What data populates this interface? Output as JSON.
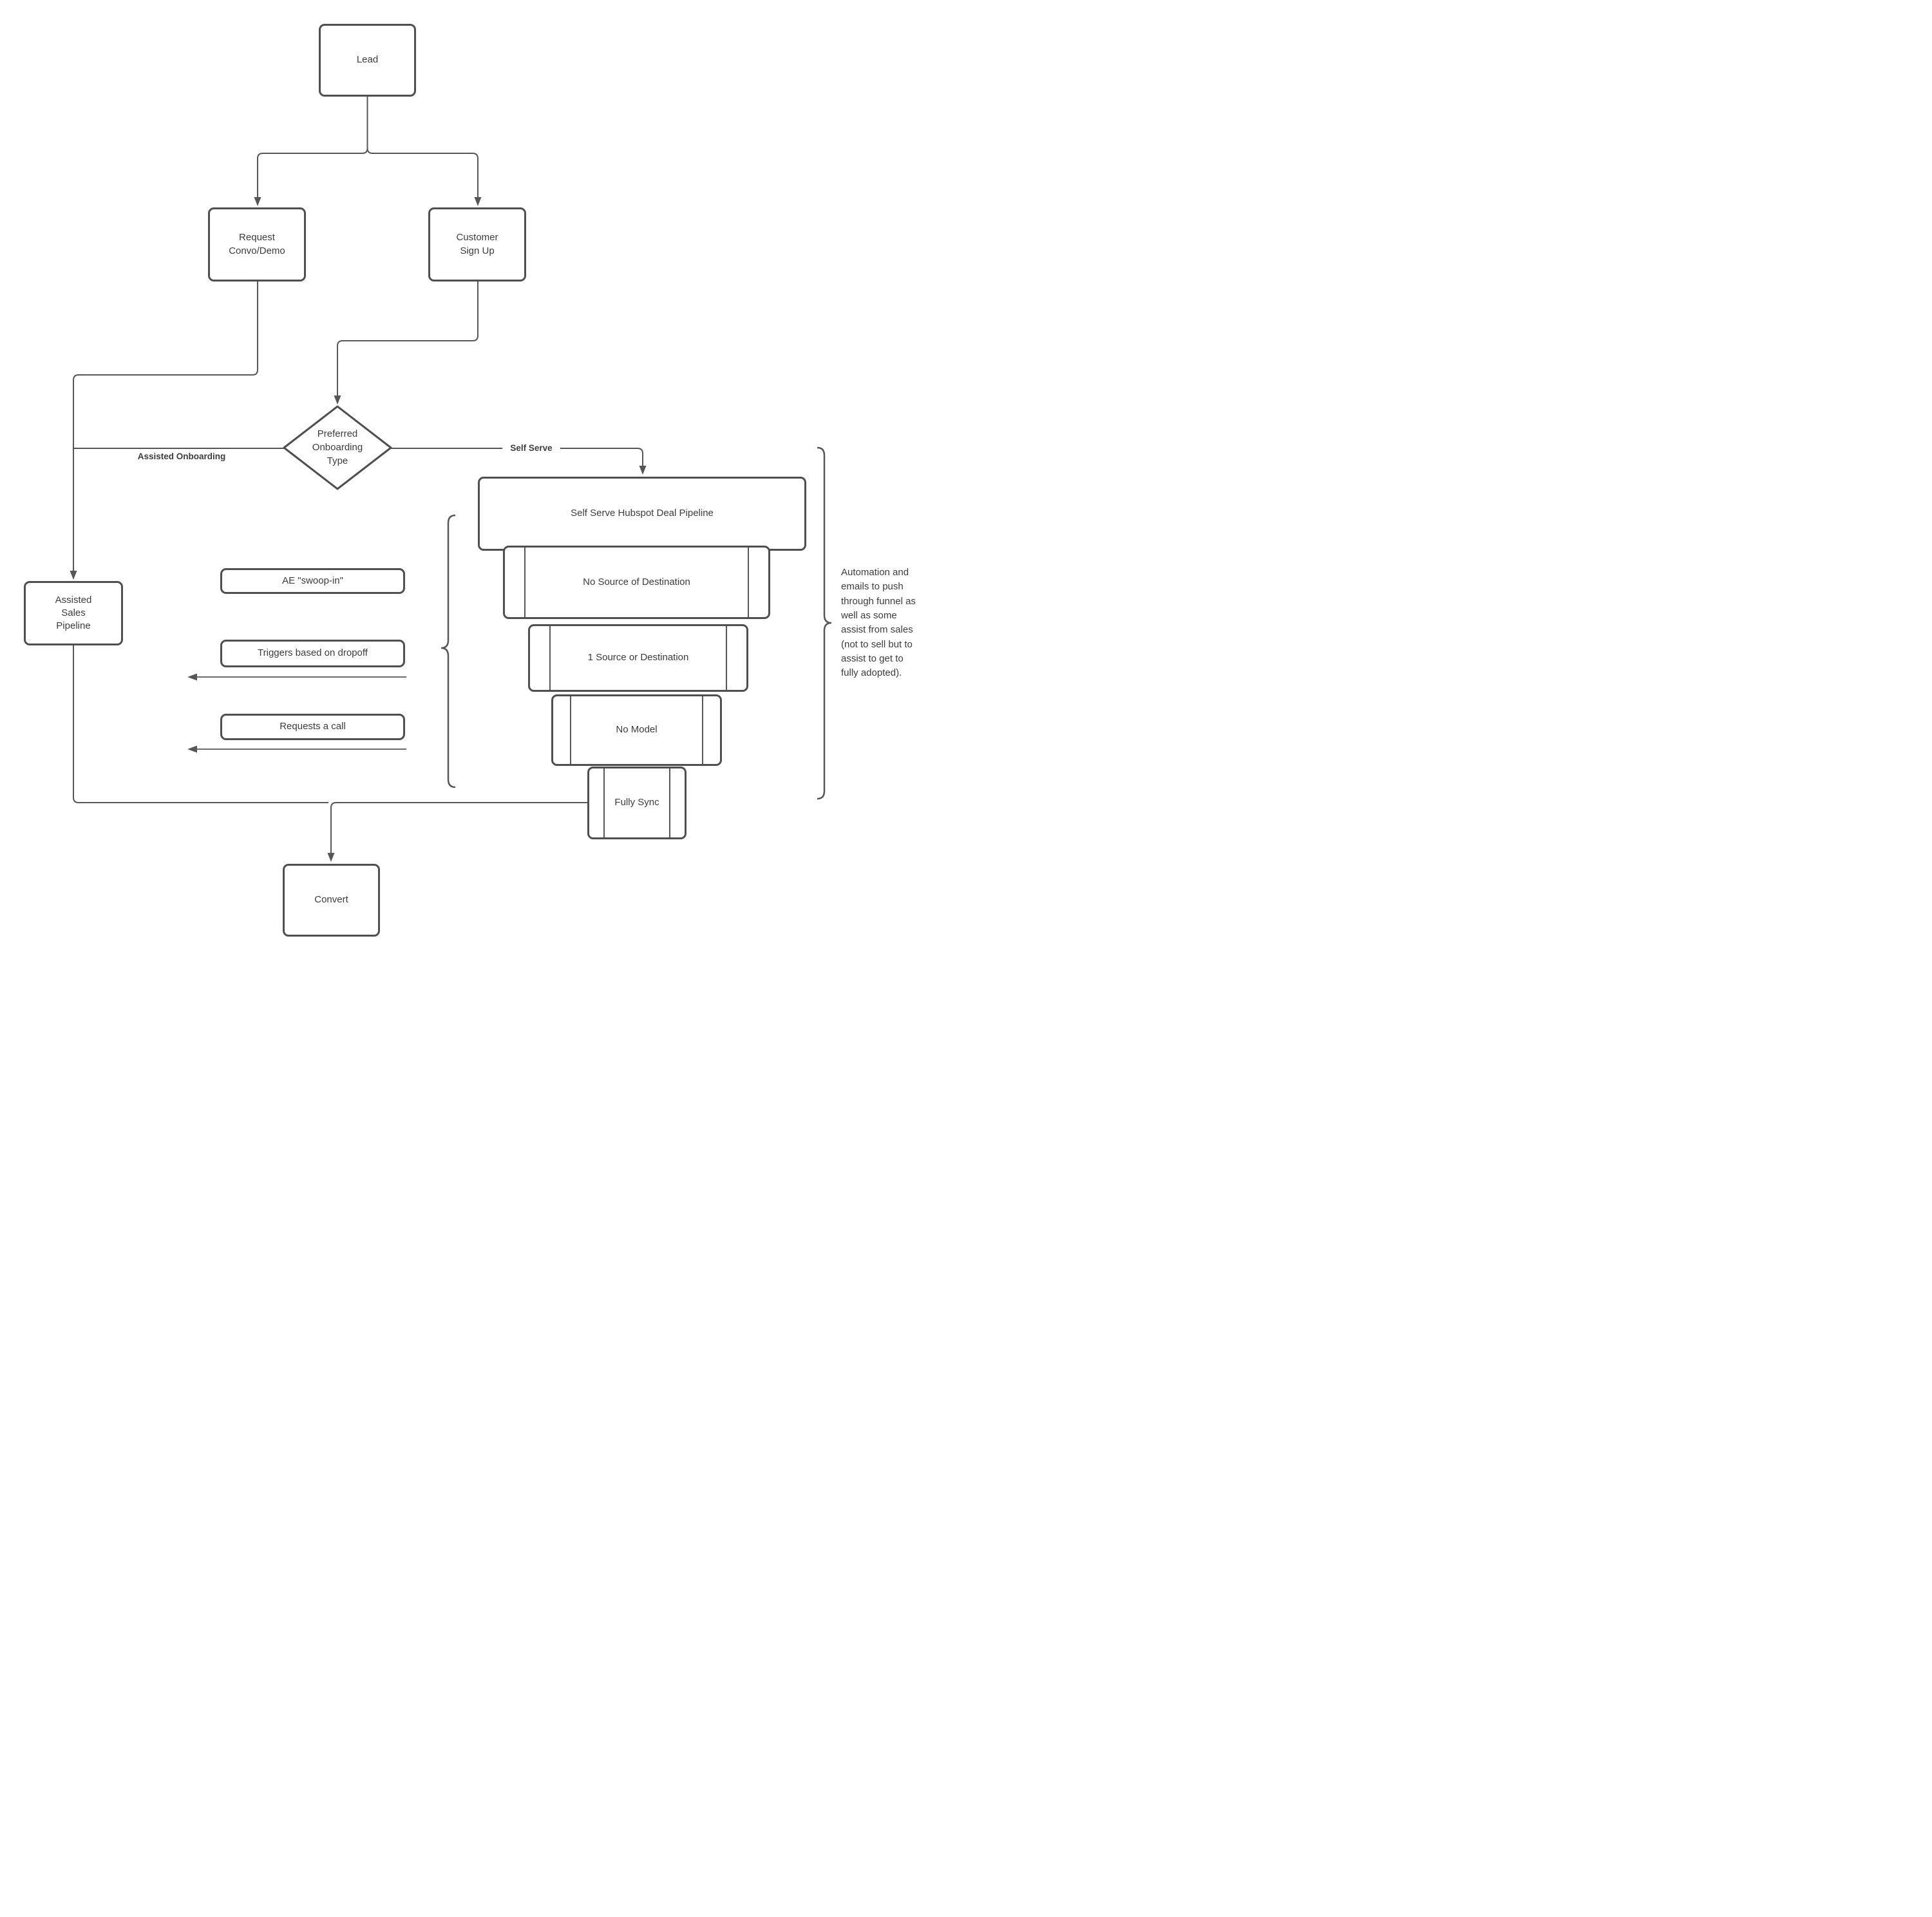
{
  "colors": {
    "stroke": "#565656",
    "border": "#4f4f4f",
    "text": "#3c3c3c",
    "background": "#ffffff"
  },
  "nodes": {
    "lead": {
      "label": "Lead"
    },
    "request_convo": {
      "label": "Request\nConvo/Demo"
    },
    "customer_signup": {
      "label": "Customer\nSign Up"
    },
    "decision": {
      "label": "Preferred\nOnboarding\nType"
    },
    "assisted_sales_pipeline": {
      "label": "Assisted\nSales\nPipeline"
    },
    "ae_swoop_in": {
      "label": "AE \"swoop-in\""
    },
    "triggers_dropoff": {
      "label": "Triggers based on dropoff"
    },
    "requests_call": {
      "label": "Requests a call"
    },
    "self_serve_pipeline": {
      "label": "Self Serve Hubspot Deal Pipeline"
    },
    "convert": {
      "label": "Convert"
    }
  },
  "funnel": {
    "stages": [
      {
        "label": "No Source of Destination"
      },
      {
        "label": "1 Source or Destination"
      },
      {
        "label": "No Model"
      },
      {
        "label": "Fully Sync"
      }
    ]
  },
  "edge_labels": {
    "assisted_onboarding": "Assisted Onboarding",
    "self_serve": "Self Serve"
  },
  "annotation": {
    "text": "Automation and\nemails to push\nthrough funnel as\nwell as some\nassist from sales\n(not to sell but to\nassist to get to\nfully adopted)."
  }
}
